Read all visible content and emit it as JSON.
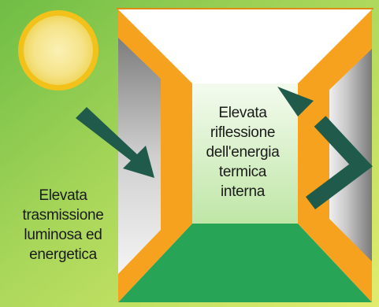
{
  "captions": {
    "transmission": [
      "Elevata",
      "trasmissione",
      "luminosa ed",
      "energetica"
    ],
    "reflection": [
      "Elevata",
      "riflessione",
      "dell'energia",
      "termica",
      "interna"
    ]
  },
  "colors": {
    "background_green": "#7ec244",
    "background_yellow": "#d9e866",
    "frame_orange": "#f6a21e",
    "floor_green": "#27a456",
    "back_wall": "#d6f0c3",
    "window_gray": "#8c8c8c",
    "arrow": "#1f5a4a",
    "sun_fill": "#f5e48a",
    "sun_ring": "#f2c21b"
  },
  "icons": {
    "sun": "sun-icon",
    "incoming_arrow": "arrow-down-right-icon",
    "reflected_arrow": "arrow-up-left-icon"
  }
}
